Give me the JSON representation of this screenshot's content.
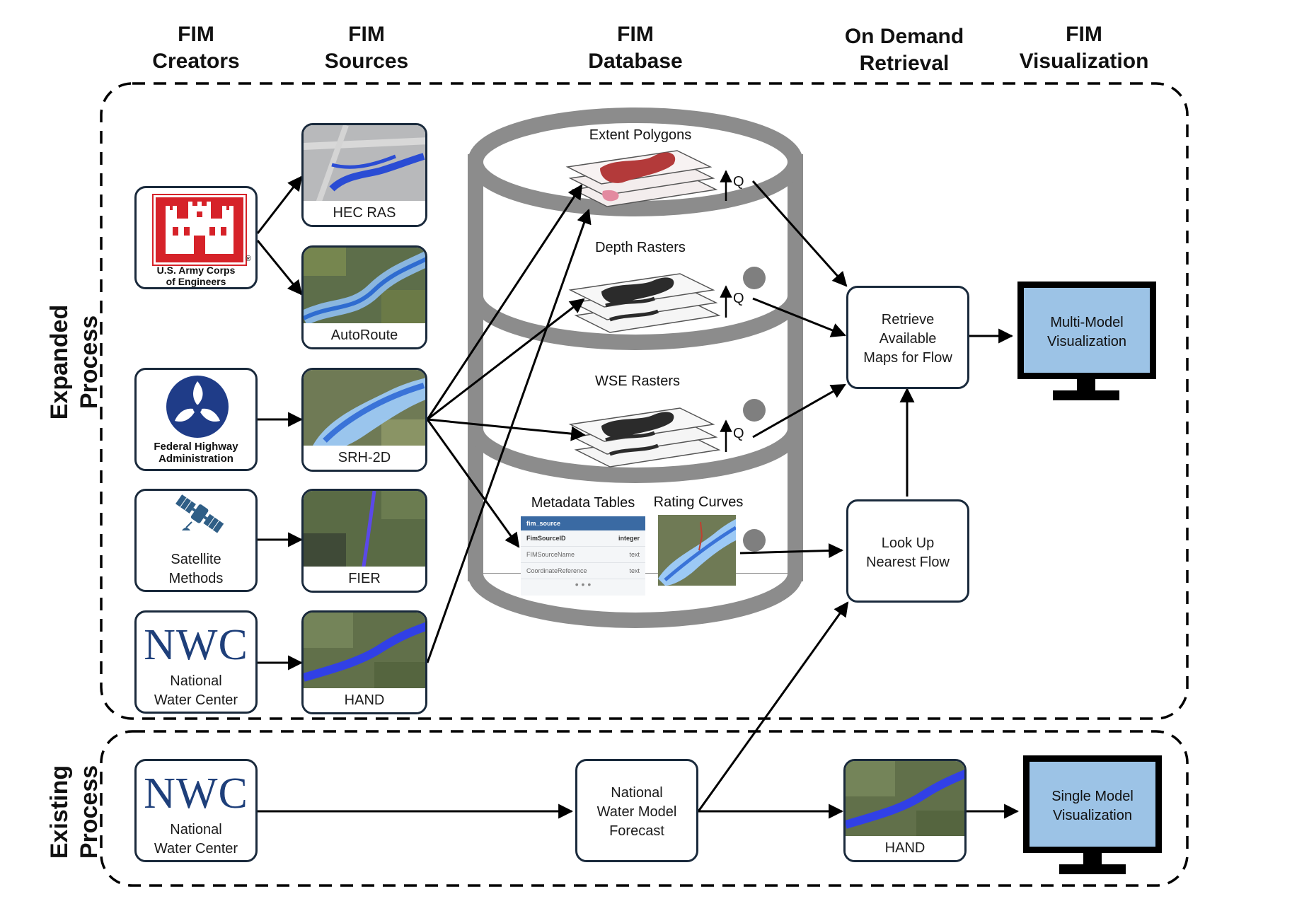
{
  "headers": [
    {
      "id": "creators",
      "line1": "FIM",
      "line2": "Creators"
    },
    {
      "id": "sources",
      "line1": "FIM",
      "line2": "Sources"
    },
    {
      "id": "database",
      "line1": "FIM",
      "line2": "Database"
    },
    {
      "id": "retrieval",
      "line1": "On Demand",
      "line2": "Retrieval"
    },
    {
      "id": "visualization",
      "line1": "FIM",
      "line2": "Visualization"
    }
  ],
  "sections": {
    "expanded": {
      "line1": "Expanded",
      "line2": "Process"
    },
    "existing": {
      "line1": "Existing",
      "line2": "Process"
    }
  },
  "creators": {
    "usace": {
      "line1": "U.S. Army Corps",
      "line2": "of Engineers",
      "reg": "®",
      "icon": "castle-logo-icon"
    },
    "fhwa": {
      "line1": "Federal Highway",
      "line2": "Administration",
      "icon": "fhwa-logo-icon"
    },
    "satellite": {
      "line1": "Satellite",
      "line2": "Methods",
      "icon": "satellite-icon"
    },
    "nwc": {
      "mark": "NWC",
      "line1": "National",
      "line2": "Water Center"
    }
  },
  "sources": {
    "hecras": "HEC RAS",
    "autoroute": "AutoRoute",
    "srh2d": "SRH-2D",
    "fier": "FIER",
    "hand": "HAND"
  },
  "database": {
    "extent": "Extent Polygons",
    "depth": "Depth Rasters",
    "wse": "WSE Rasters",
    "metadata": "Metadata Tables",
    "rating": "Rating Curves",
    "q": "Q",
    "table": {
      "title": "fim_source",
      "rows": [
        {
          "name": "FimSourceID",
          "type": "integer"
        },
        {
          "name": "FIMSourceName",
          "type": "text"
        },
        {
          "name": "CoordinateReference",
          "type": "text"
        }
      ],
      "more": "• • •"
    }
  },
  "retrieval": {
    "retrieve": {
      "line1": "Retrieve",
      "line2": "Available",
      "line3": "Maps for Flow"
    },
    "lookup": {
      "line1": "Look Up",
      "line2": "Nearest Flow"
    }
  },
  "visualization": {
    "multi": {
      "line1": "Multi-Model",
      "line2": "Visualization"
    },
    "single": {
      "line1": "Single Model",
      "line2": "Visualization"
    }
  },
  "existing": {
    "nwm": {
      "line1": "National",
      "line2": "Water Model",
      "line3": "Forecast"
    },
    "hand": "HAND"
  },
  "colors": {
    "box_border": "#1a2a3c",
    "cylinder": "#8c8c8c",
    "monitor_screen": "#9cc3e6",
    "usace_red": "#d62229",
    "nwc_blue": "#1e3f7a",
    "fhwa_blue": "#1f3c88",
    "flood_blue": "#2f55e0"
  }
}
